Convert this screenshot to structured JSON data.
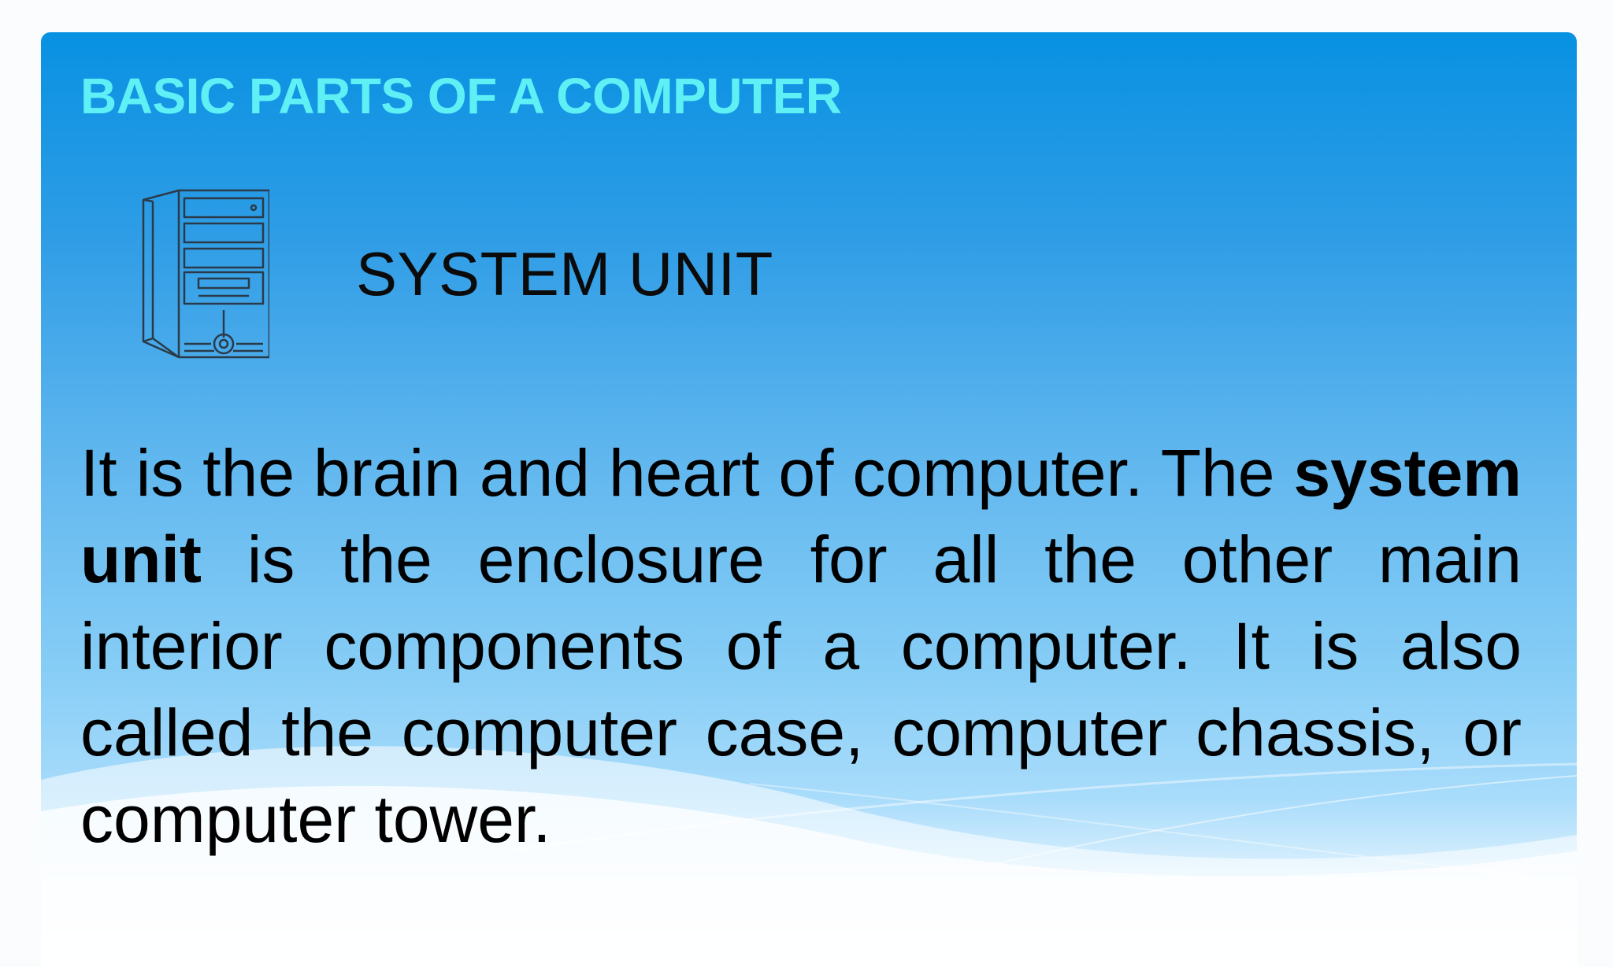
{
  "slide": {
    "heading": "BASIC PARTS OF A COMPUTER",
    "subtitle": "SYSTEM UNIT",
    "icon": "computer-tower-icon",
    "body": {
      "part1": "It is the brain and heart of computer. The ",
      "bold": "system unit",
      "part2": " is the enclosure for all the other main interior components of a computer. It is also called the computer case, computer chassis, or computer tower."
    },
    "colors": {
      "heading": "#5ef0f5",
      "background_top": "#0891e2",
      "background_bottom": "#fbfdff",
      "text": "#000000"
    }
  }
}
